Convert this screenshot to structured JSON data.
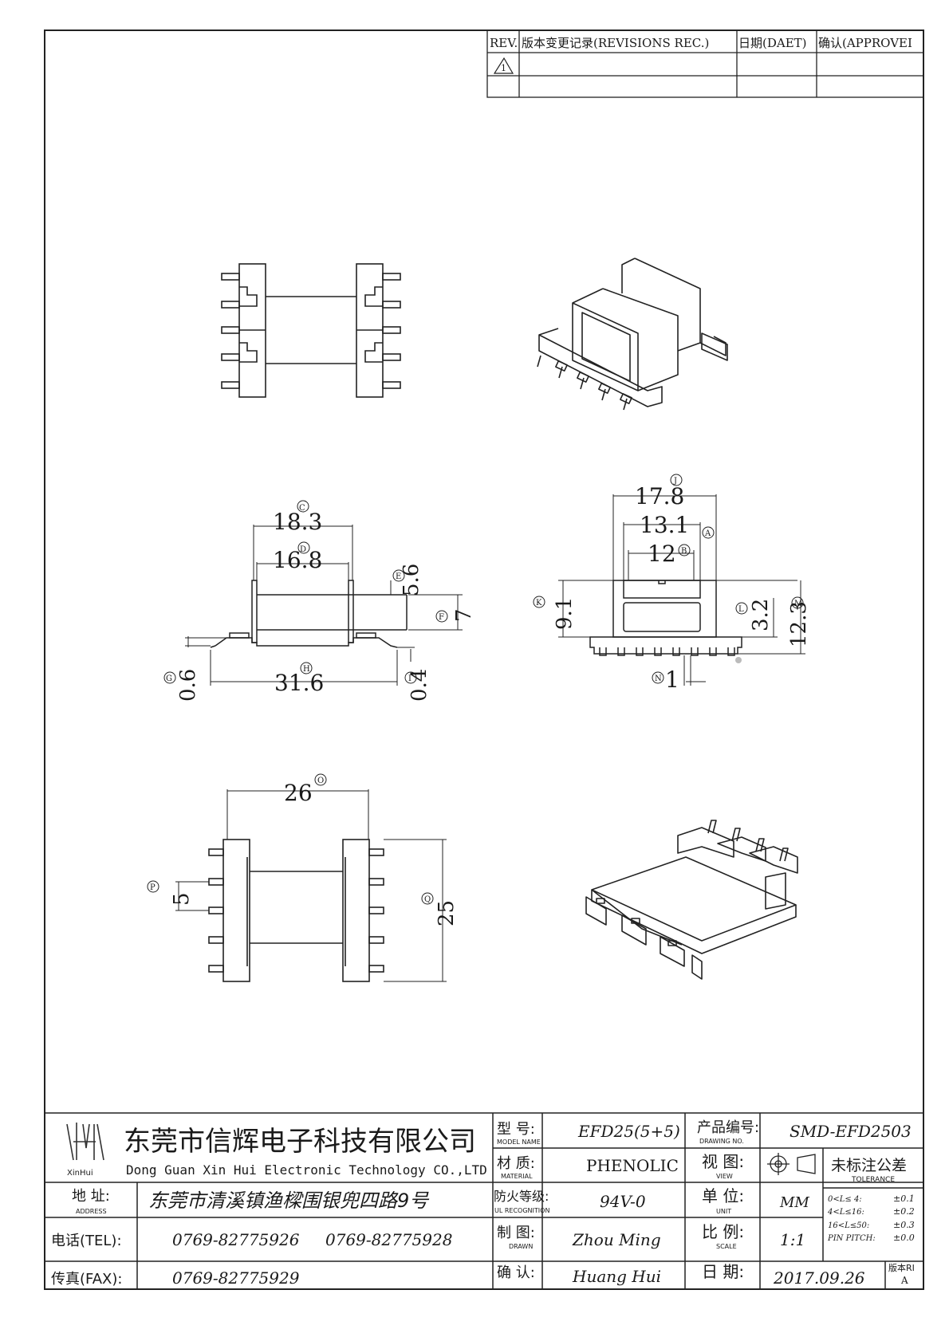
{
  "revision_block": {
    "headers": {
      "rev": "REV.",
      "record": "版本变更记录(REVISIONS REC.)",
      "date": "日期(DAET)",
      "approve": "确认(APPROVEI"
    },
    "rows": [
      {
        "rev": "1",
        "record": "",
        "date": "",
        "approve": ""
      },
      {
        "rev": "",
        "record": "",
        "date": "",
        "approve": ""
      }
    ]
  },
  "views": {
    "side": {
      "dim_c": "18.3",
      "label_c": "C",
      "dim_d": "16.8",
      "label_d": "D",
      "dim_e": "5.6",
      "label_e": "E",
      "dim_f": "7",
      "label_f": "F",
      "dim_g": "0.6",
      "label_g": "G",
      "dim_h": "31.6",
      "label_h": "H",
      "dim_i": "0.4",
      "label_i": "I"
    },
    "front": {
      "dim_j": "17.8",
      "label_j": "J",
      "dim_a": "13.1",
      "label_a": "A",
      "dim_b": "12",
      "label_b": "B",
      "dim_k": "9.1",
      "label_k": "K",
      "dim_l": "3.2",
      "label_l": "L",
      "dim_m": "12.3",
      "label_m": "M",
      "dim_n": "1",
      "label_n": "N"
    },
    "bottom": {
      "dim_o": "26",
      "label_o": "O",
      "dim_p": "5",
      "label_p": "P",
      "dim_q": "25",
      "label_q": "Q"
    }
  },
  "title_block": {
    "company_cn": "东莞市信辉电子科技有限公司",
    "company_en": "Dong Guan Xin Hui Electronic Technology CO.,LTD",
    "logo_text": "XinHui",
    "address_label": "地 址:",
    "address_label_en": "ADDRESS",
    "address_value": "东莞市清溪镇渔樑围银兜四路9号",
    "tel_label": "电话(TEL):",
    "tel_value_1": "0769-82775926",
    "tel_value_2": "0769-82775928",
    "fax_label": "传真(FAX):",
    "fax_value": "0769-82775929",
    "model_label": "型 号:",
    "model_label_en": "MODEL NAME",
    "model_value": "EFD25(5+5)",
    "material_label": "材 质:",
    "material_label_en": "MATERIAL",
    "material_value": "PHENOLIC",
    "fire_label": "防火等级:",
    "fire_label_en": "UL RECOGNITION",
    "fire_value": "94V-0",
    "drawn_label": "制 图:",
    "drawn_label_en": "DRAWN",
    "drawn_value": "Zhou Ming",
    "confirm_label": "确 认:",
    "confirm_value": "Huang Hui",
    "part_no_label": "产品编号:",
    "part_no_label_en": "DRAWING NO.",
    "part_no_value": "SMD-EFD2503",
    "view_label": "视 图:",
    "view_label_en": "VIEW",
    "unit_label": "单 位:",
    "unit_label_en": "UNIT",
    "unit_value": "MM",
    "scale_label": "比 例:",
    "scale_label_en": "SCALE",
    "scale_value": "1:1",
    "date_label": "日 期:",
    "date_value": "2017.09.26",
    "tolerance_title": "未标注公差",
    "tolerance_title_en": "TOLERANCE",
    "tolerance_rows": [
      {
        "range": "0<L≤ 4:",
        "value": "±0.1"
      },
      {
        "range": "4<L≤16:",
        "value": "±0.2"
      },
      {
        "range": "16<L≤50:",
        "value": "±0.3"
      },
      {
        "range": "PIN PITCH:",
        "value": "±0.0"
      }
    ],
    "version_label": "版本RI",
    "version_value": "A"
  }
}
